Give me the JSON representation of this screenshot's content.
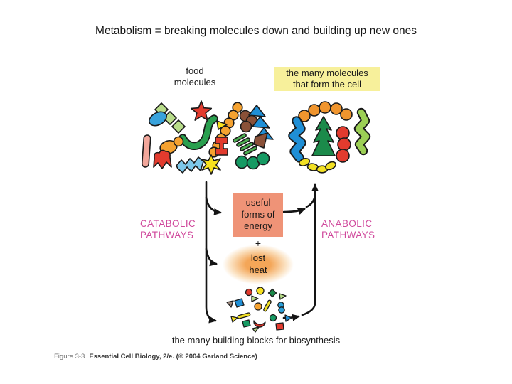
{
  "slide": {
    "title": "Metabolism = breaking molecules down and building up new ones"
  },
  "figure": {
    "top_labels": {
      "food_molecules": "food\nmolecules",
      "cell_molecules": "the many molecules\nthat form the cell"
    },
    "pathways": {
      "catabolic": "CATABOLIC\nPATHWAYS",
      "anabolic": "ANABOLIC\nPATHWAYS"
    },
    "energy": {
      "useful": "useful\nforms of\nenergy",
      "plus": "+",
      "lost_heat": "lost\nheat"
    },
    "bottom_label": "the many building blocks for biosynthesis",
    "caption": {
      "figure_number": "Figure 3-3",
      "source": "Essential Cell Biology, 2/e. (© 2004 Garland Science)"
    },
    "colors": {
      "highlight_yellow": "#f7f09b",
      "energy_box": "#ef9377",
      "lost_heat_center": "#f4a658",
      "lost_heat_edge": "#fbe3c4",
      "pathway_text": "#d0499c",
      "arrow": "#141414"
    },
    "molecule_palette": [
      "#e23b2e",
      "#f5a230",
      "#f7e11e",
      "#1b8a4a",
      "#169a63",
      "#9ccf55",
      "#b8dc8a",
      "#1f8fd6",
      "#7ec8ea",
      "#8a5138",
      "#f2a79b"
    ]
  }
}
